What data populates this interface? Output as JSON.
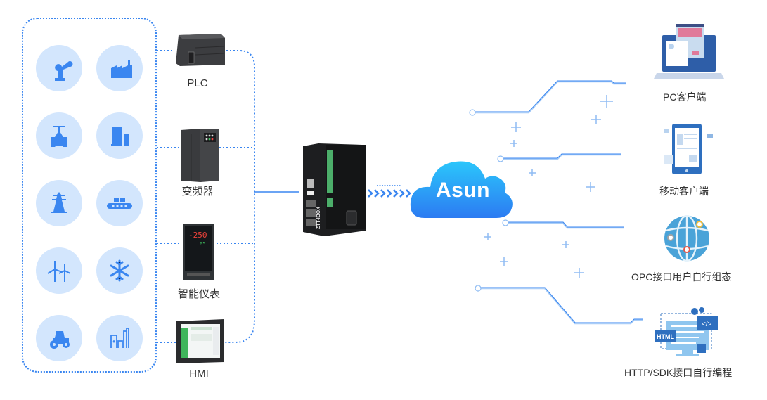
{
  "industries": [
    {
      "name": "robot-arm",
      "icon": "robot-arm-icon"
    },
    {
      "name": "factory",
      "icon": "factory-icon"
    },
    {
      "name": "valve",
      "icon": "valve-icon"
    },
    {
      "name": "building",
      "icon": "building-icon"
    },
    {
      "name": "power-tower",
      "icon": "power-tower-icon"
    },
    {
      "name": "conveyor",
      "icon": "conveyor-icon"
    },
    {
      "name": "wind-turbine",
      "icon": "wind-turbine-icon"
    },
    {
      "name": "snowflake",
      "icon": "snowflake-icon"
    },
    {
      "name": "tractor",
      "icon": "tractor-icon"
    },
    {
      "name": "refinery",
      "icon": "refinery-icon"
    }
  ],
  "devices": [
    {
      "label": "PLC"
    },
    {
      "label": "变频器"
    },
    {
      "label": "智能仪表",
      "display_top": "-250",
      "display_bottom": "05"
    },
    {
      "label": "HMI"
    }
  ],
  "gateway": {
    "model": "ZTT-IBOX"
  },
  "cloud": {
    "label": "Asun"
  },
  "clients": [
    {
      "label": "PC客户端",
      "icon": "laptop-icon"
    },
    {
      "label": "移动客户端",
      "icon": "tablet-icon"
    },
    {
      "label": "OPC接口用户自行组态",
      "icon": "globe-icon"
    },
    {
      "label": "HTTP/SDK接口自行编程",
      "icon": "code-monitor-icon",
      "badge_html": "HTML",
      "badge_code": "</>"
    }
  ],
  "colors": {
    "primary": "#3a86f0",
    "icon_bg": "#d3e6fd",
    "line": "#a9cdf7",
    "cloud_top": "#2bc6fb",
    "cloud_bottom": "#2c7bf2"
  }
}
